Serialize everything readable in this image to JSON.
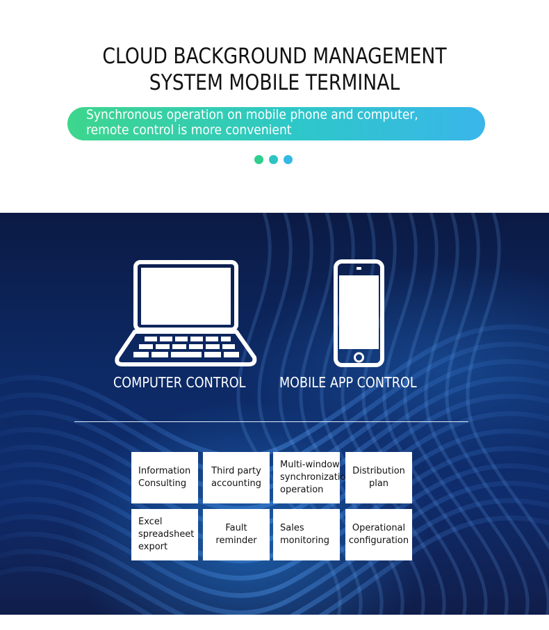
{
  "header": {
    "title_line1": "CLOUD BACKGROUND MANAGEMENT",
    "title_line2": "SYSTEM MOBILE TERMINAL",
    "banner_line1": "Synchronous operation on mobile phone and computer,",
    "banner_line2": "remote control is more convenient"
  },
  "colors": {
    "accent_green": "#3dd68c",
    "accent_teal": "#2ec7c9",
    "accent_blue": "#3ab6ea",
    "panel_dark": "#0d2a66"
  },
  "controls": {
    "computer_label": "COMPUTER CONTROL",
    "computer_icon": "laptop-icon",
    "mobile_label": "MOBILE APP CONTROL",
    "mobile_icon": "smartphone-icon"
  },
  "features": [
    {
      "label": "Information\nConsulting",
      "align": "left"
    },
    {
      "label": "Third party\naccounting",
      "align": "center"
    },
    {
      "label": "Multi-window\nsynchronization\noperation",
      "align": "left"
    },
    {
      "label": "Distribution\nplan",
      "align": "center"
    },
    {
      "label": "Excel\nspreadsheet\nexport",
      "align": "left"
    },
    {
      "label": "Fault\nreminder",
      "align": "center"
    },
    {
      "label": "Sales\nmonitoring",
      "align": "left"
    },
    {
      "label": "Operational\nconfiguration",
      "align": "center"
    }
  ]
}
